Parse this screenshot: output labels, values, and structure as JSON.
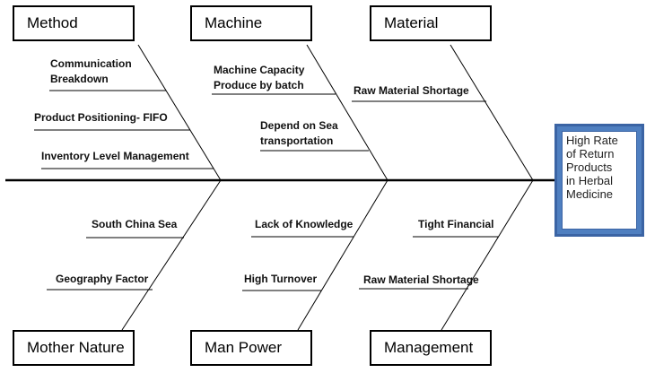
{
  "categories": {
    "method": "Method",
    "machine": "Machine",
    "material": "Material",
    "mother_nature": "Mother Nature",
    "man_power": "Man Power",
    "management": "Management"
  },
  "causes": {
    "method": [
      "Communication\nBreakdown",
      "Product Positioning- FIFO",
      "Inventory Level Management"
    ],
    "machine": [
      "Machine Capacity\nProduce by batch",
      "Depend on Sea\ntransportation"
    ],
    "material": [
      "Raw Material Shortage"
    ],
    "mother_nature": [
      "South China Sea",
      "Geography Factor"
    ],
    "man_power": [
      "Lack of Knowledge",
      "High Turnover"
    ],
    "management": [
      "Tight Financial",
      "Raw Material Shortage"
    ]
  },
  "effect": "High Rate\nof Return\nProducts\nin Herbal\nMedicine"
}
